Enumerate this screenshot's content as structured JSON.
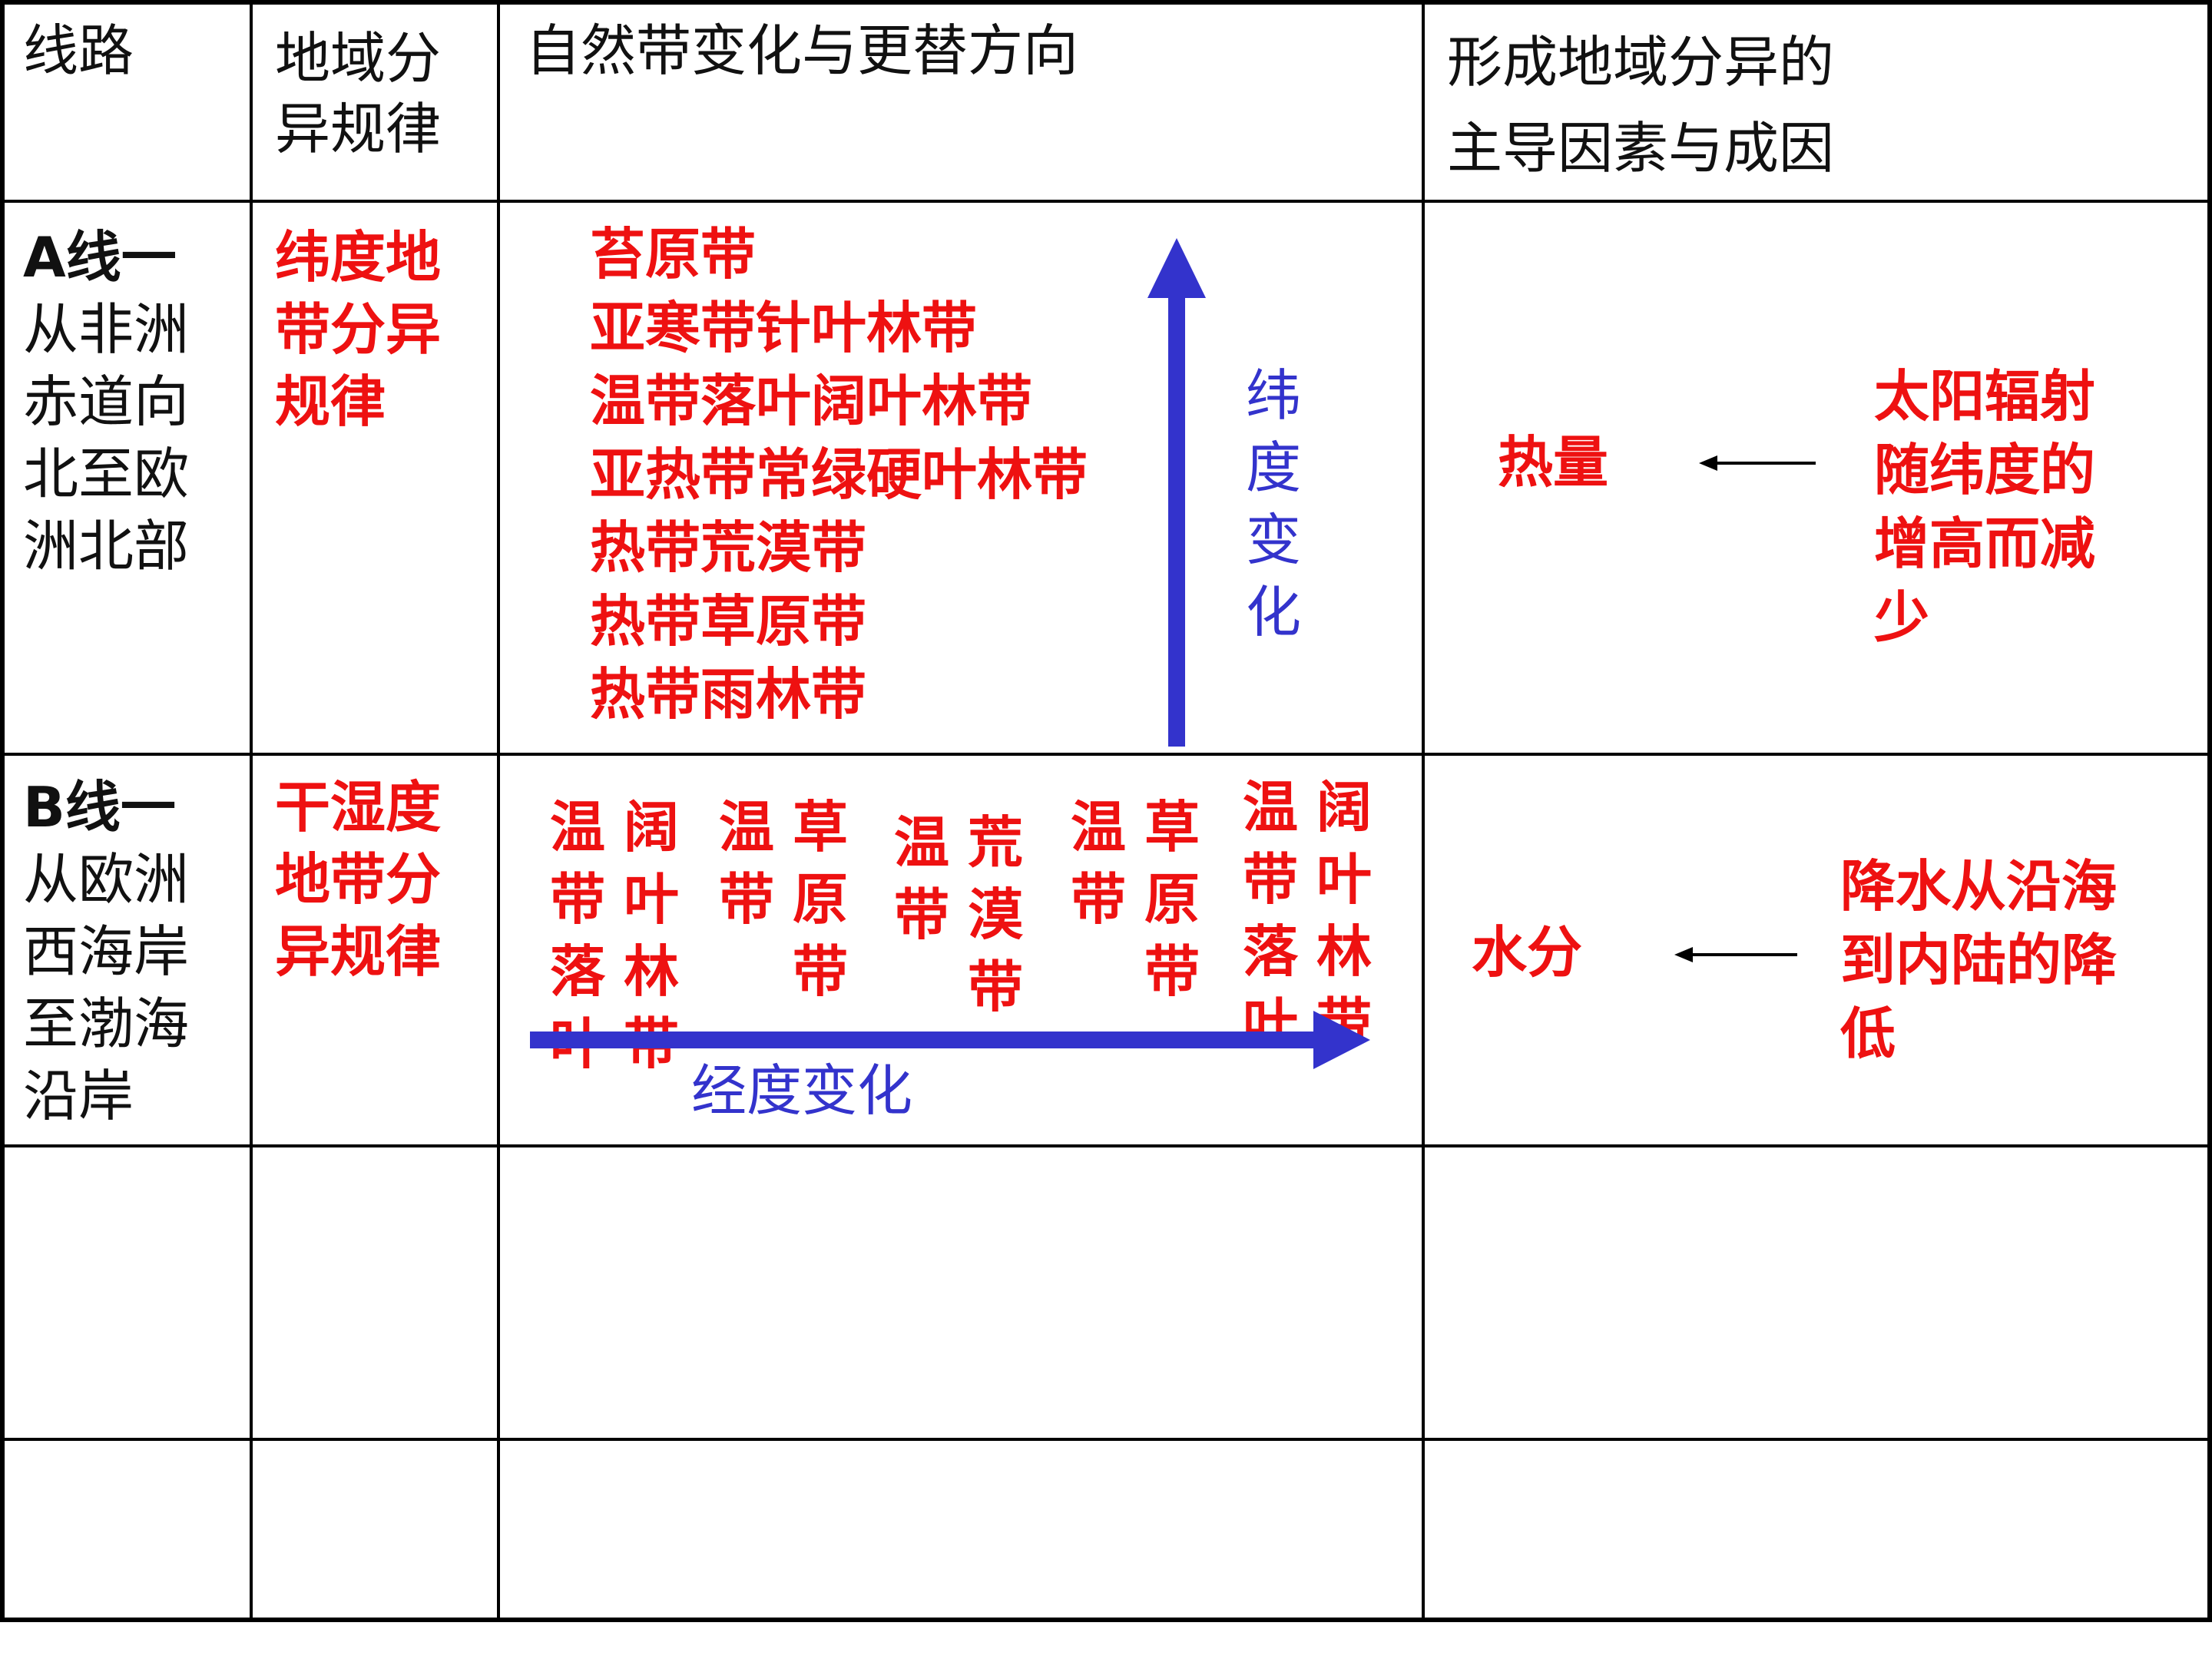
{
  "header": {
    "route": "线路",
    "law": [
      "地域分",
      "异规律"
    ],
    "zone_change": "自然带变化与更替方向",
    "factor": [
      "形成地域分异的",
      "主导因素与成因"
    ]
  },
  "rows": [
    {
      "route": [
        "A线一",
        "从非洲",
        "赤道向",
        "北至欧",
        "洲北部"
      ],
      "law": [
        "纬度地",
        "带分异",
        "规律"
      ],
      "zones": [
        "苔原带",
        "亚寒带针叶林带",
        "温带落叶阔叶林带",
        "亚热带常绿硬叶林带",
        "热带荒漠带",
        "热带草原带",
        "热带雨林带"
      ],
      "axis_label": "纬度变化",
      "factor": "热量",
      "cause": [
        "太阳辐射",
        "随纬度的",
        "增高而减",
        "少"
      ]
    },
    {
      "route": [
        "B线一",
        "从欧洲",
        "西海岸",
        "至渤海",
        "沿岸"
      ],
      "law": [
        "干湿度",
        "地带分",
        "异规律"
      ],
      "zone_columns": [
        "温带落叶",
        "阔叶林带",
        "温带",
        "草原带",
        "温带",
        "荒漠带",
        "温带",
        "草原带",
        "温带落叶",
        "阔叶林带"
      ],
      "axis_label": "经度变化",
      "factor": "水分",
      "cause": [
        "降水从沿海",
        "到内陆的降",
        "低"
      ]
    }
  ],
  "colors": {
    "red": "#ee1111",
    "blue": "#3333cc",
    "grid": "#000000"
  }
}
